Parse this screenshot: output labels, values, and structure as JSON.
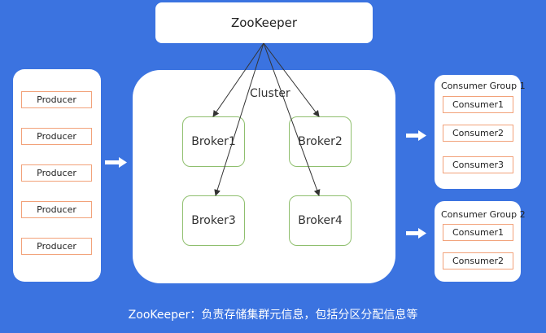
{
  "zookeeper": {
    "label": "ZooKeeper"
  },
  "producers": [
    "Producer",
    "Producer",
    "Producer",
    "Producer",
    "Producer"
  ],
  "cluster": {
    "label": "Cluster",
    "brokers": [
      "Broker1",
      "Broker2",
      "Broker3",
      "Broker4"
    ]
  },
  "consumer_groups": [
    {
      "title": "Consumer Group 1",
      "consumers": [
        "Consumer1",
        "Consumer2",
        "Consumer3"
      ]
    },
    {
      "title": "Consumer Group 2",
      "consumers": [
        "Consumer1",
        "Consumer2"
      ]
    }
  ],
  "caption": "ZooKeeper：负责存储集群元信息，包括分区分配信息等",
  "colors": {
    "background": "#3b73e0",
    "producer_border": "#f2a27a",
    "broker_border": "#8fbf6e",
    "arrow": "#ffffff"
  }
}
